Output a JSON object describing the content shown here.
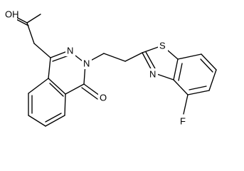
{
  "molecule": {
    "atoms": {
      "oh": "OH",
      "n1": "N",
      "n2": "N",
      "o_keto": "O",
      "s": "S",
      "n_thiazole": "N",
      "f": "F"
    }
  }
}
